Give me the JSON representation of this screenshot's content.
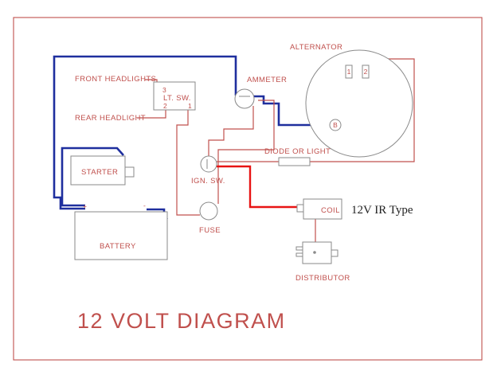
{
  "title": "12 VOLT DIAGRAM",
  "labels": {
    "alternator": "ALTERNATOR",
    "ammeter": "AMMETER",
    "front_headlights": "FRONT HEADLIGHTS",
    "rear_headlight": "REAR HEADLIGHT",
    "light_switch": "LT. SW.",
    "starter": "STARTER",
    "ignition_switch": "IGN. SW.",
    "diode_or_light": "DIODE OR LIGHT",
    "coil": "COIL",
    "coil_note": "12V IR Type",
    "fuse": "FUSE",
    "battery": "BATTERY",
    "distributor": "DISTRIBUTOR"
  },
  "terminals": {
    "switch_3": "3",
    "switch_2": "2",
    "switch_1": "1",
    "alt_1": "1",
    "alt_2": "2",
    "alt_b": "B",
    "battery_pos": "+",
    "battery_neg": "-"
  },
  "colors": {
    "frame": "#c0504d",
    "wire": "#c0504d",
    "battery_cable": "#1f2f9e",
    "ignition_feed": "#e81313",
    "component_outline": "#8a8a8a"
  }
}
